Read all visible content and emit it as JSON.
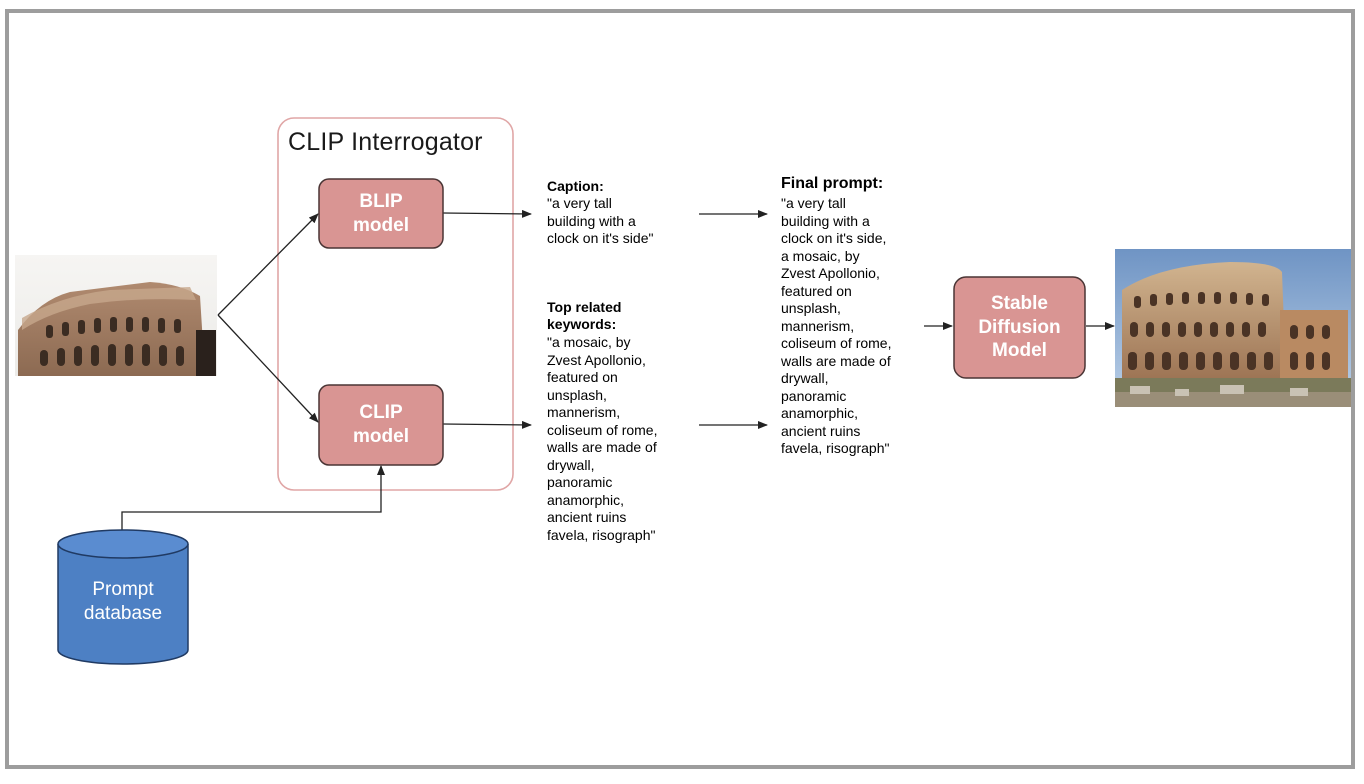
{
  "clip_interrogator": {
    "title": "CLIP Interrogator"
  },
  "nodes": {
    "blip": {
      "line1": "BLIP",
      "line2": "model"
    },
    "clip": {
      "line1": "CLIP",
      "line2": "model"
    },
    "stable_diffusion": {
      "line1": "Stable",
      "line2": "Diffusion",
      "line3": "Model"
    },
    "prompt_database": {
      "line1": "Prompt",
      "line2": "database"
    }
  },
  "caption": {
    "heading": "Caption:",
    "lines": [
      "\"a very tall",
      "building with a",
      "clock on it's side\""
    ]
  },
  "keywords": {
    "heading_line1": "Top related",
    "heading_line2": "keywords:",
    "lines": [
      "\"a mosaic, by",
      "Zvest Apollonio,",
      "featured on",
      "unsplash,",
      "mannerism,",
      "coliseum of rome,",
      "walls are made of",
      "drywall,",
      "panoramic",
      "anamorphic,",
      "ancient ruins",
      "favela, risograph\""
    ]
  },
  "final_prompt": {
    "heading": "Final prompt:",
    "lines": [
      "\"a very tall",
      "building with a",
      "clock on it's side,",
      "a mosaic, by",
      "Zvest Apollonio,",
      "featured on",
      "unsplash,",
      "mannerism,",
      "coliseum of rome,",
      "walls are made of",
      "drywall,",
      "panoramic",
      "anamorphic,",
      "ancient ruins",
      "favela, risograph\""
    ]
  },
  "images": {
    "input": {
      "icon": "colosseum-photo"
    },
    "output": {
      "icon": "colosseum-generated-image"
    }
  },
  "colors": {
    "node_fill": "#d99593",
    "node_stroke": "#4a3535",
    "group_border": "#e0a6a6",
    "database_fill": "#4d80c4",
    "database_stroke": "#203a63"
  }
}
